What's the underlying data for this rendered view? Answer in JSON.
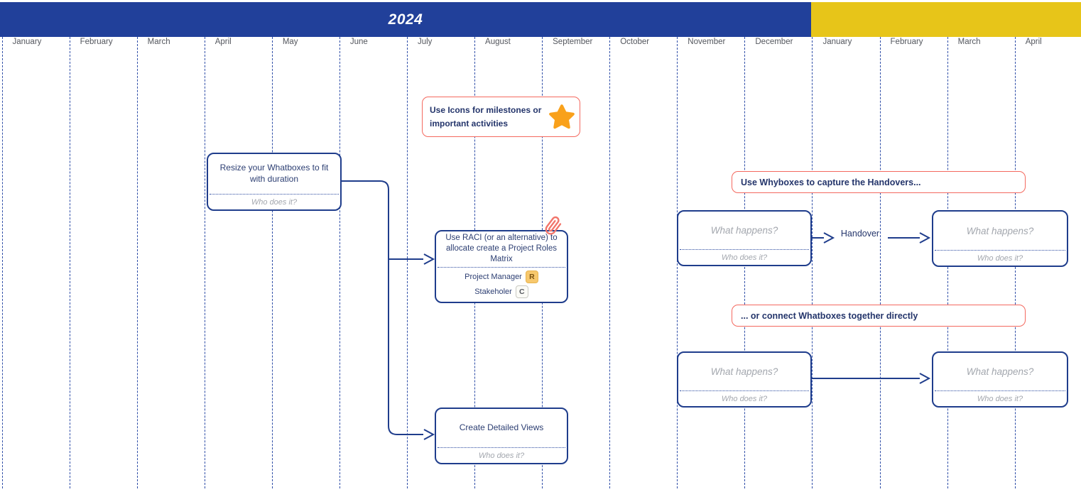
{
  "header": {
    "year_label": "2024",
    "months": [
      "January",
      "February",
      "March",
      "April",
      "May",
      "June",
      "July",
      "August",
      "September",
      "October",
      "November",
      "December",
      "January",
      "February",
      "March",
      "April"
    ]
  },
  "annotations": {
    "icons_note": "Use Icons for milestones or important activities",
    "whyboxes_note": "Use Whyboxes to capture the Handovers...",
    "connect_note": "... or connect Whatboxes together directly"
  },
  "tasks": {
    "resize": {
      "title": "Resize your Whatboxes to fit with duration",
      "who": "Who does it?"
    },
    "raci": {
      "title": "Use RACI (or an alternative) to allocate create a Project Roles Matrix",
      "roles": [
        {
          "name": "Project Manager",
          "badge": "R"
        },
        {
          "name": "Stakeholer",
          "badge": "C"
        }
      ]
    },
    "detailed": {
      "title": "Create Detailed Views",
      "who": "Who does it?"
    }
  },
  "whatboxes": {
    "placeholder": "What happens?",
    "who": "Who does it?"
  },
  "connector_labels": {
    "handover": "Handover"
  },
  "icons": {
    "star": "star-icon",
    "paperclip": "paperclip-icon"
  },
  "colors": {
    "band_blue": "#21409A",
    "band_yellow": "#E7C519",
    "box_border_navy": "#1F3D8C",
    "note_border_red": "#F4695F",
    "star_orange": "#F9A11B",
    "badge_r_bg": "#F7C86D",
    "placeholder_gray": "#A3A7AE",
    "month_label_gray": "#54575E"
  }
}
